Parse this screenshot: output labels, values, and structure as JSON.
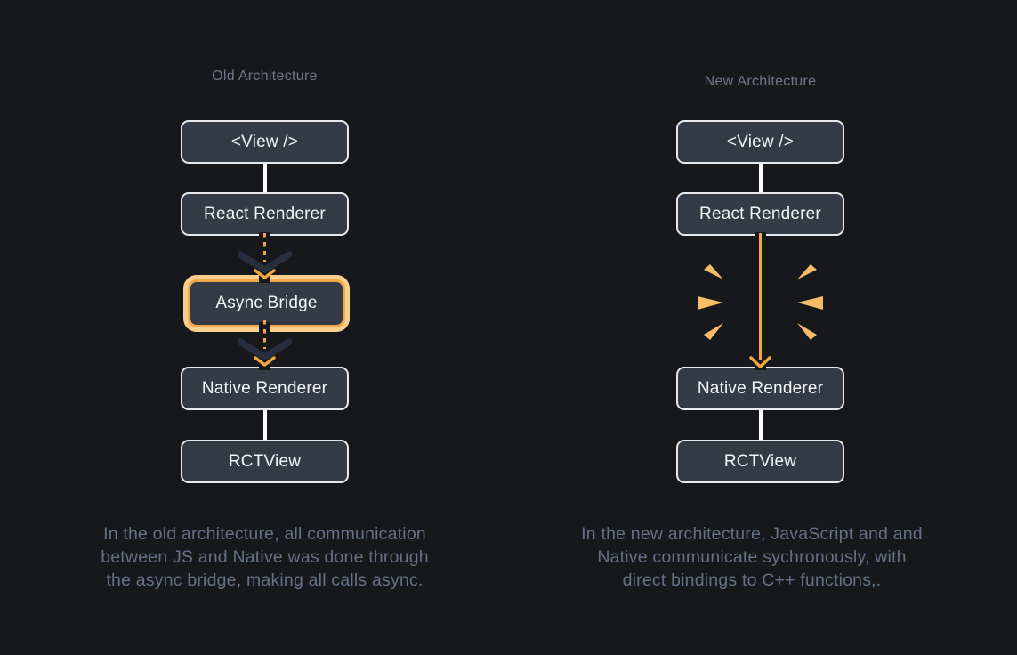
{
  "colors": {
    "background": "#17181c",
    "node_fill": "#343a46",
    "node_border": "#e7e9ec",
    "node_text": "#f3f5f7",
    "muted_text": "#667087",
    "accent_orange": "#f2a73b",
    "highlight_ring_outer": "#f8cf8e",
    "highlight_ring_inner": "#f0a848",
    "chevron_dark": "#272e3d",
    "spark": "#f6bd66",
    "connector_white": "#ffffff"
  },
  "icons": {
    "dashed_arrow": "dashed-down-arrow",
    "sync_arrow": "solid-down-arrow",
    "sparks": "emphasis-burst"
  },
  "old": {
    "title": "Old Architecture",
    "nodes": [
      {
        "label": "<View />"
      },
      {
        "label": "React Renderer"
      },
      {
        "label": "Async Bridge"
      },
      {
        "label": "Native Renderer"
      },
      {
        "label": "RCTView"
      }
    ],
    "caption_lines": [
      "In the old architecture, all communication",
      "between JS and Native was done through",
      "the async bridge, making all calls async."
    ]
  },
  "new": {
    "title": "New Architecture",
    "nodes": [
      {
        "label": "<View />"
      },
      {
        "label": "React Renderer"
      },
      {
        "label": "Native Renderer"
      },
      {
        "label": "RCTView"
      }
    ],
    "caption_lines": [
      "In the new architecture, JavaScript and and",
      "Native communicate sychronously, with",
      "direct bindings to C++ functions,."
    ]
  }
}
